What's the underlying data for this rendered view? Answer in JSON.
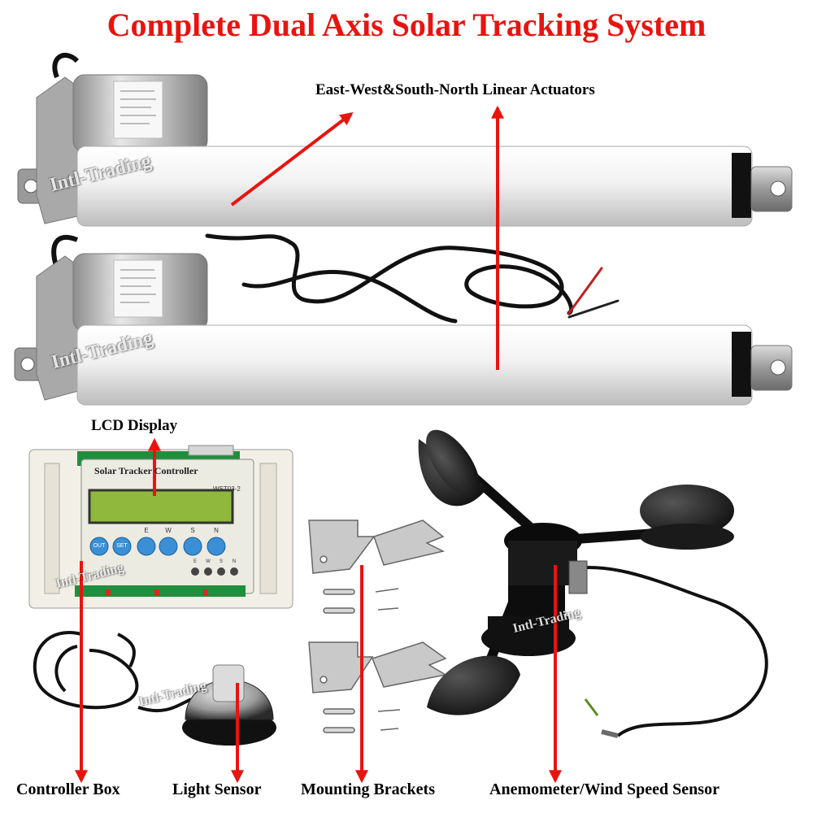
{
  "title": "Complete Dual Axis Solar Tracking System",
  "labels": {
    "actuators": "East-West&South-North Linear Actuators",
    "lcd": "LCD Display",
    "controller_box": "Controller Box",
    "light_sensor": "Light Sensor",
    "mounting_brackets": "Mounting Brackets",
    "anemometer": "Anemometer/Wind Speed Sensor"
  },
  "watermark": "Intl-Trading",
  "controller": {
    "panel_title": "Solar Tracker Controller",
    "model": "WST03-2",
    "buttons": [
      "OUT",
      "SET",
      "E",
      "W",
      "S",
      "N"
    ],
    "directions": [
      "E",
      "W",
      "S",
      "N"
    ]
  },
  "colors": {
    "title": "#e8140f",
    "arrow": "#e8140f",
    "actuator_body": "#eeeeee",
    "lcd": "#8fb83c",
    "button": "#3a8fd6"
  }
}
